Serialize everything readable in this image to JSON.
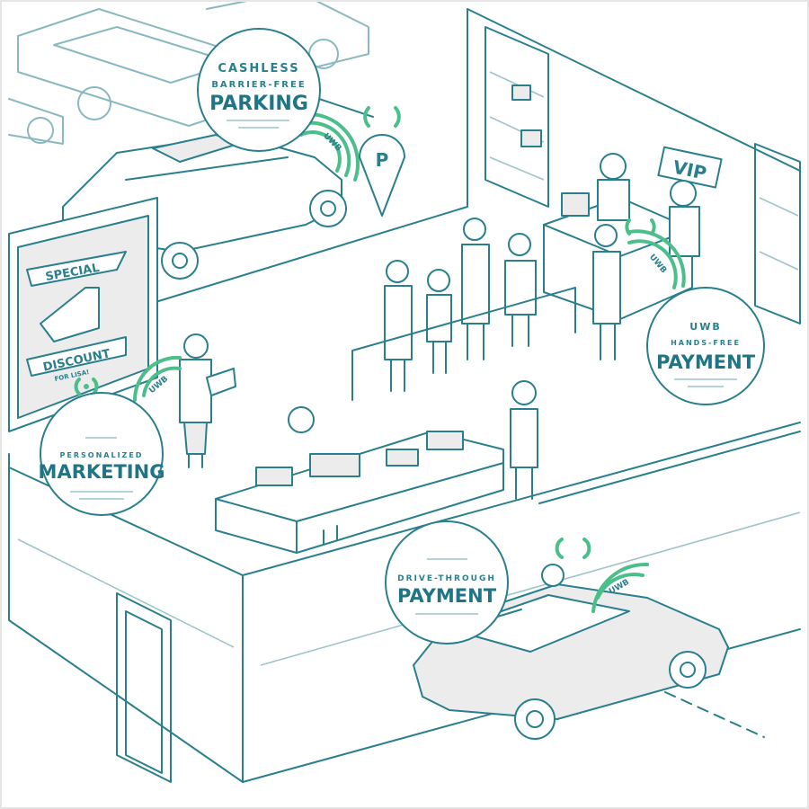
{
  "colors": {
    "line": "#2a7f8c",
    "accent_text": "#1f7585",
    "uwb_wave": "#4bbf8a",
    "fill_gray": "#ececec"
  },
  "parking_badge": {
    "line1": "CASHLESS",
    "line2": "BARRIER-FREE",
    "title": "PARKING"
  },
  "parking_pin": {
    "letter": "P"
  },
  "marketing_badge": {
    "line1": "PERSONALIZED",
    "title": "MARKETING"
  },
  "billboard": {
    "banner_top": "SPECIAL",
    "banner_bottom": "DISCOUNT",
    "subtitle": "FOR LISA!"
  },
  "payment_badge": {
    "line1": "UWB",
    "line2": "HANDS-FREE",
    "title": "PAYMENT"
  },
  "vip_sign": {
    "label": "VIP"
  },
  "drive_badge": {
    "line1": "DRIVE-THROUGH",
    "title": "PAYMENT"
  },
  "uwb_labels": {
    "parking_car": "UWB",
    "shopper": "UWB",
    "counter": "UWB",
    "drive_car": "UWB"
  }
}
